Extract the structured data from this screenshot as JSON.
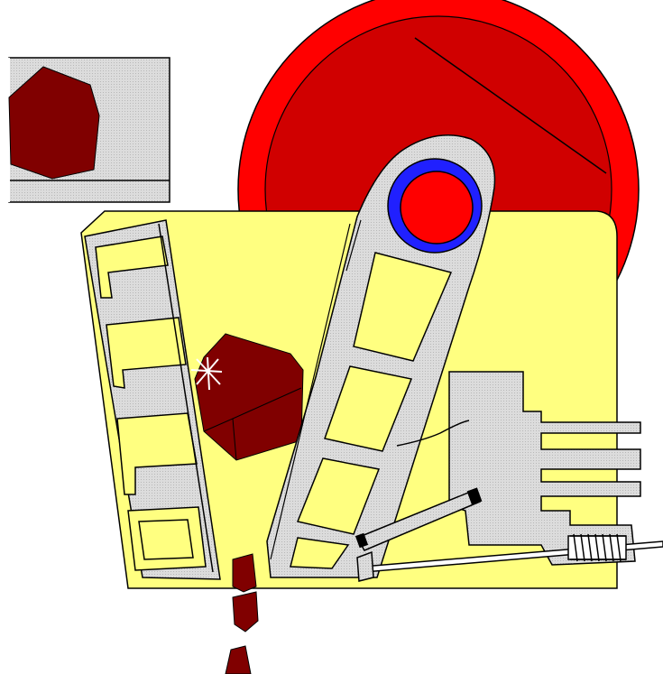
{
  "colors": {
    "flywheel_outer": "#ff0000",
    "flywheel_inner": "#d00000",
    "frame_body": "#ffff80",
    "steel": "#d8d8d8",
    "rock": "#800000",
    "bearing_ring": "#2020ff",
    "shaft": "#ff0000",
    "outline": "#000000"
  },
  "parts": [
    {
      "id": "inset-view",
      "icon": "feed-view-inset"
    },
    {
      "id": "flywheel",
      "icon": "flywheel"
    },
    {
      "id": "crusher-frame",
      "icon": "frame"
    },
    {
      "id": "fixed-jaw",
      "icon": "fixed-jaw"
    },
    {
      "id": "swing-jaw",
      "icon": "pitman"
    },
    {
      "id": "eccentric-shaft",
      "icon": "shaft-bearing"
    },
    {
      "id": "toggle-plate",
      "icon": "toggle-plate"
    },
    {
      "id": "tension-rod",
      "icon": "tension-rod"
    },
    {
      "id": "tension-spring",
      "icon": "coil-spring"
    },
    {
      "id": "toggle-block",
      "icon": "adjusting-block"
    },
    {
      "id": "rock-in-chamber",
      "icon": "rock"
    },
    {
      "id": "crushed-output",
      "icon": "rock-fragments"
    }
  ]
}
